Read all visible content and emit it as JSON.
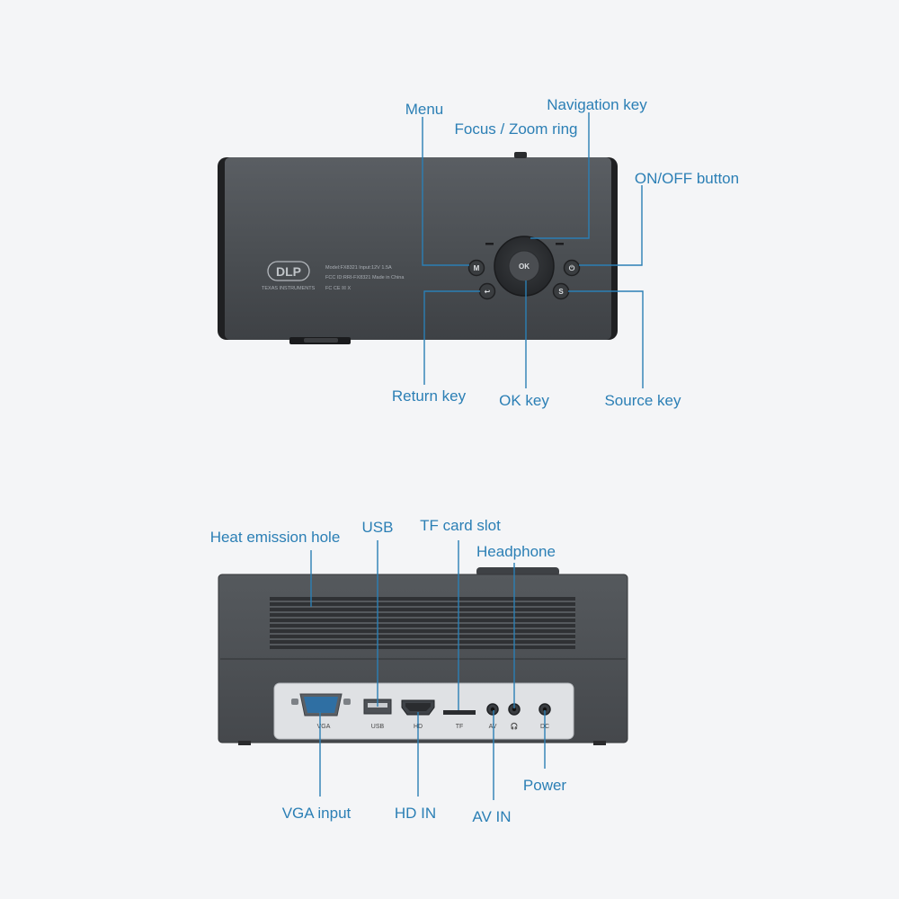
{
  "top_view": {
    "labels": {
      "menu": "Menu",
      "navigation_key": "Navigation key",
      "focus_zoom_ring": "Focus / Zoom ring",
      "on_off_button": "ON/OFF button",
      "return_key": "Return key",
      "ok_key": "OK key",
      "source_key": "Source key"
    },
    "buttons": {
      "ok": "OK",
      "menu": "M",
      "source": "S",
      "power": "⏻",
      "return": "↩"
    },
    "logo": {
      "brand": "DLP",
      "maker": "TEXAS INSTRUMENTS"
    },
    "spec_lines": [
      "Model:FX8321 Input:12V 1.5A",
      "FCC ID:RRI-FX8321 Made in China",
      "FC CE ☒ X"
    ]
  },
  "rear_view": {
    "labels": {
      "heat_emission_hole": "Heat emission hole",
      "usb": "USB",
      "tf_card_slot": "TF card slot",
      "headphone": "Headphone",
      "vga_input": "VGA input",
      "hd_in": "HD IN",
      "av_in": "AV IN",
      "power": "Power"
    },
    "port_labels": {
      "vga": "VGA",
      "usb": "USB",
      "hd": "HD",
      "tf": "TF",
      "av": "AV",
      "headphone_icon": "🎧",
      "dc": "DC"
    }
  },
  "colors": {
    "callout": "#2b7fb5",
    "body": "#4a4d51",
    "background": "#f4f5f7"
  }
}
